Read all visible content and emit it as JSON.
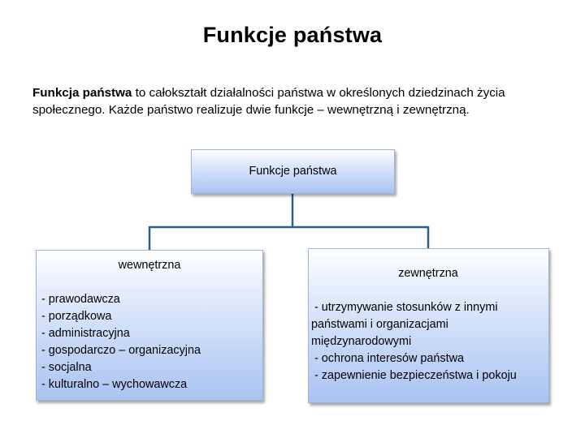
{
  "title": "Funkcje państwa",
  "intro": {
    "term": "Funkcja państwa",
    "text": " to całokształt działalności państwa w określonych dziedzinach życia społecznego. Każde państwo realizuje dwie funkcje – wewnętrzną i zewnętrzną."
  },
  "diagram": {
    "root": "Funkcje państwa",
    "left": {
      "heading": "wewnętrzna",
      "items": [
        "- prawodawcza",
        "- porządkowa",
        "- administracyjna",
        "- gospodarczo – organizacyjna",
        "- socjalna",
        "- kulturalno – wychowawcza"
      ]
    },
    "right": {
      "heading": "zewnętrzna",
      "items": [
        " - utrzymywanie stosunków z innymi państwami i organizacjami międzynarodowymi",
        " - ochrona interesów państwa",
        " - zapewnienie bezpieczeństwa i pokoju"
      ]
    },
    "colors": {
      "connector": "#2e5f86",
      "box_border": "#9eb3d8",
      "box_gradient_end": "#a9c3f2"
    }
  }
}
